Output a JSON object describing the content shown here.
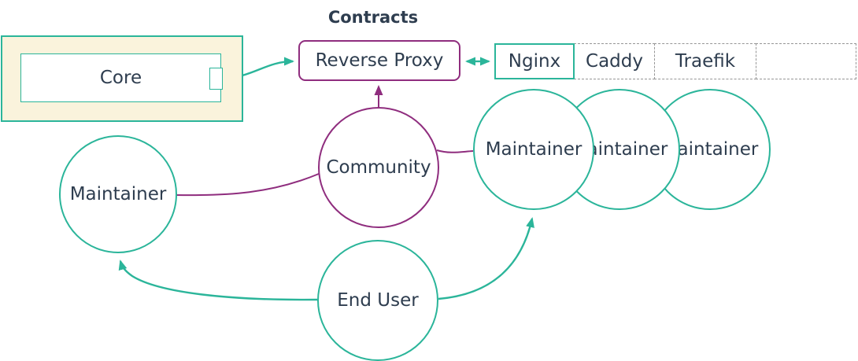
{
  "title": "Contracts",
  "colors": {
    "teal": "#2bb59a",
    "purple": "#8f2d7e",
    "yellow_fill": "#faf3dc",
    "text": "#2e3d4f",
    "dashed_border": "#969696"
  },
  "nodes": {
    "core": {
      "label": "Core"
    },
    "reverse_proxy": {
      "label": "Reverse Proxy"
    },
    "community": {
      "label": "Community"
    },
    "maintainer_left": {
      "label": "Maintainer"
    },
    "maintainers_right": [
      {
        "label": "Maintainer"
      },
      {
        "label": "Maintainer"
      },
      {
        "label": "Maintainer"
      }
    ],
    "end_user": {
      "label": "End User"
    }
  },
  "table": {
    "cells": [
      "Nginx",
      "Caddy",
      "Traefik",
      ""
    ]
  },
  "edges": [
    {
      "from": "core",
      "to": "reverse_proxy",
      "color": "teal",
      "arrows": "end"
    },
    {
      "from": "reverse_proxy",
      "to": "nginx-cell",
      "color": "teal",
      "arrows": "both"
    },
    {
      "from": "community",
      "to": "reverse_proxy",
      "color": "purple",
      "arrows": "end"
    },
    {
      "from": "community",
      "to": "maintainer_left",
      "color": "purple",
      "arrows": "none"
    },
    {
      "from": "community",
      "to": "maintainers_right",
      "color": "purple",
      "arrows": "none"
    },
    {
      "from": "end_user",
      "to": "maintainer_left",
      "color": "teal",
      "arrows": "end"
    },
    {
      "from": "end_user",
      "to": "maintainers_right",
      "color": "teal",
      "arrows": "end"
    }
  ]
}
